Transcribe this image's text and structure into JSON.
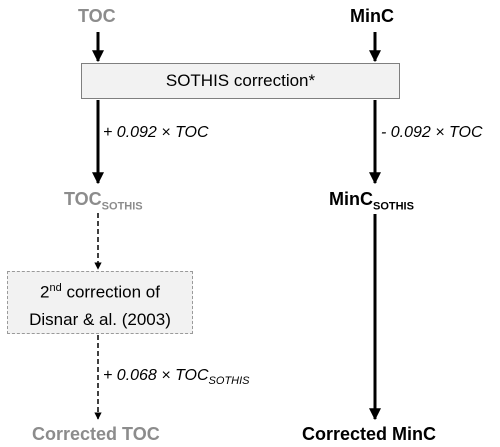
{
  "nodes": {
    "toc": "TOC",
    "minc": "MinC",
    "toc_sothis_base": "TOC",
    "toc_sothis_sub": "SOTHIS",
    "minc_sothis_base": "MinC",
    "minc_sothis_sub": "SOTHIS",
    "corrected_toc": "Corrected TOC",
    "corrected_minc": "Corrected MinC"
  },
  "boxes": {
    "sothis_correction": "SOTHIS correction*",
    "disnar_line1_pre": "2",
    "disnar_line1_sup": "nd",
    "disnar_line1_post": " correction of",
    "disnar_line2": "Disnar & al. (2003)"
  },
  "labels": {
    "toc_add": "+ 0.092 × TOC",
    "minc_sub": "- 0.092 × TOC",
    "toc_sothis_add_base": "+ 0.068 × TOC",
    "toc_sothis_add_sub": "SOTHIS"
  },
  "colors": {
    "grey_text": "#8c8c8c",
    "black_text": "#000000",
    "box_fill": "#f2f2f2"
  }
}
